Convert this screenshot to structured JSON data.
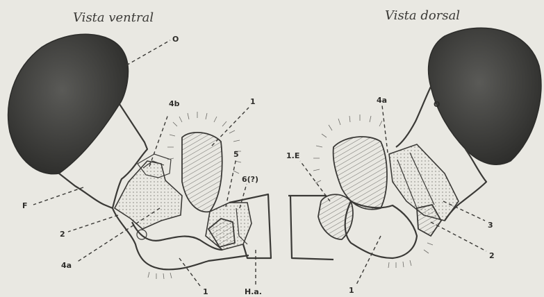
{
  "titles": {
    "ventral": "Vista ventral",
    "dorsal": "Vista dorsal"
  },
  "labels": {
    "left": {
      "o": "O",
      "four_b": "4b",
      "one_top": "1",
      "five": "5",
      "six": "6(?)",
      "f": "F",
      "two": "2",
      "four_a": "4a",
      "one_bottom": "1",
      "ha": "H.a."
    },
    "right": {
      "four_a": "4a",
      "o": "O",
      "one_e": "1.E",
      "three": "3",
      "two": "2",
      "one": "1"
    }
  },
  "colors": {
    "background": "#e9e8e2",
    "ink": "#3a3936",
    "eye": "#3b3b39"
  }
}
